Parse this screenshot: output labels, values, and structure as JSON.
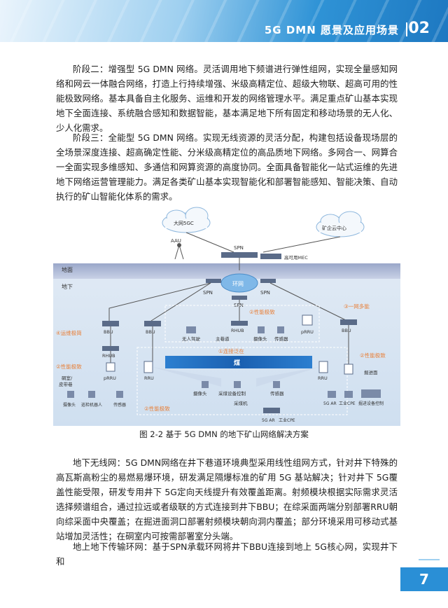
{
  "header": {
    "title": "5G DMN 愿景及应用场景",
    "chapter": "02"
  },
  "paragraphs": {
    "p1": "阶段二：增强型 5G DMN 网络。灵活调用地下频谱进行弹性组网，实现全量感知网络和网云一体融合网络，打造上行持续增强、米级高精定位、超级大物联、超高可用的性能极致网络。基本具备自主化服务、运维和开发的网络管理水平。满足重点矿山基本实现地下全面连接、系统融合感知和数据智能，基本满足地下所有固定和移动场景的无人化、少人化需求。",
    "p2": "阶段三：全能型 5G DMN 网络。实现无线资源的灵活分配，构建包括设备现场层的全场景深度连接、超高确定性能、分米级高精定位的高品质地下网络。多网合一、网算合一全面实现多维感知、多通信和网算资源的高度协同。全面具备智能化一站式运维的先进地下网络运营管理能力。满足各类矿山基本实现智能化和部署智能感知、智能决策、自动执行的矿山智能化体系的需求。",
    "p3": "地下无线网：5G DMN网络在井下巷道环境典型采用线性组网方式，针对井下特殊的高瓦斯高粉尘的易燃易爆环境，研发满足隔爆标准的矿用 5G 基站解决；针对井下 5G覆盖性能受限，研发专用井下 5G定向天线提升有效覆盖距离。射频模块根据实际需求灵活选择频谱组合，通过拉远或者级联的方式连接到井下BBU；在综采面两端分别部署RRU朝向综采面中央覆盖；在掘进面洞口部署射频模块朝向洞内覆盖；部分环境采用可移动式基站增加灵活性；在硐室内可按需部署室分头端。",
    "p4": "地上地下传输环网：基于SPN承载环网将井下BBU连接到地上 5G核心网，实现井下和"
  },
  "figure": {
    "caption": "图 2-2   基于 5G DMN 的地下矿山网络解决方案",
    "labels": {
      "cloud_5gc": "大网5GC",
      "cloud_mine": "矿企云中心",
      "aau": "AAU",
      "spn_top": "SPN",
      "mec": "高可用MEC",
      "ground": "地面",
      "underground": "地下",
      "ring": "环网",
      "spn_left": "SPN",
      "spn_right": "SPN",
      "spn_bottom": "SPN",
      "perf2_top": "②性能极致",
      "one_net": "③一网多能",
      "ops": "④运维极简",
      "perf2_left": "②性能极致",
      "perf2_right": "②性能极致",
      "perf2_bottom": "②性能极致",
      "conn1": "①连接泛在",
      "bbu1": "BBU",
      "bbu2": "BBU",
      "bbu3": "BBU",
      "rhub1": "RHUB",
      "rhub2": "RHUB",
      "prru1": "pRRU",
      "prru2": "pRRU",
      "unmanned": "无人驾驶",
      "main_road": "主巷道",
      "camera": "摄像头",
      "sensor": "传感器",
      "chamber": "硐室/\n皮带巷",
      "camera2": "摄像头",
      "patrol_robot": "巡检机器人",
      "sensor2": "传感器",
      "coal": "煤",
      "rru1": "RRU",
      "rru2": "RRU",
      "camera3": "摄像头",
      "mining_ctrl": "采煤设备控制",
      "sensor3": "传感器",
      "shearer": "采煤机",
      "ar1": "5G AR",
      "cpe1": "工业CPE",
      "heading": "掘进面",
      "ar2": "5G AR",
      "cpe2": "工业CPE",
      "tunnel_ctrl": "掘进设备控制"
    }
  },
  "page_number": "7",
  "colors": {
    "accent": "#2a8fd6",
    "orange": "#e8803a",
    "light_blue": "#cfe6f7"
  }
}
